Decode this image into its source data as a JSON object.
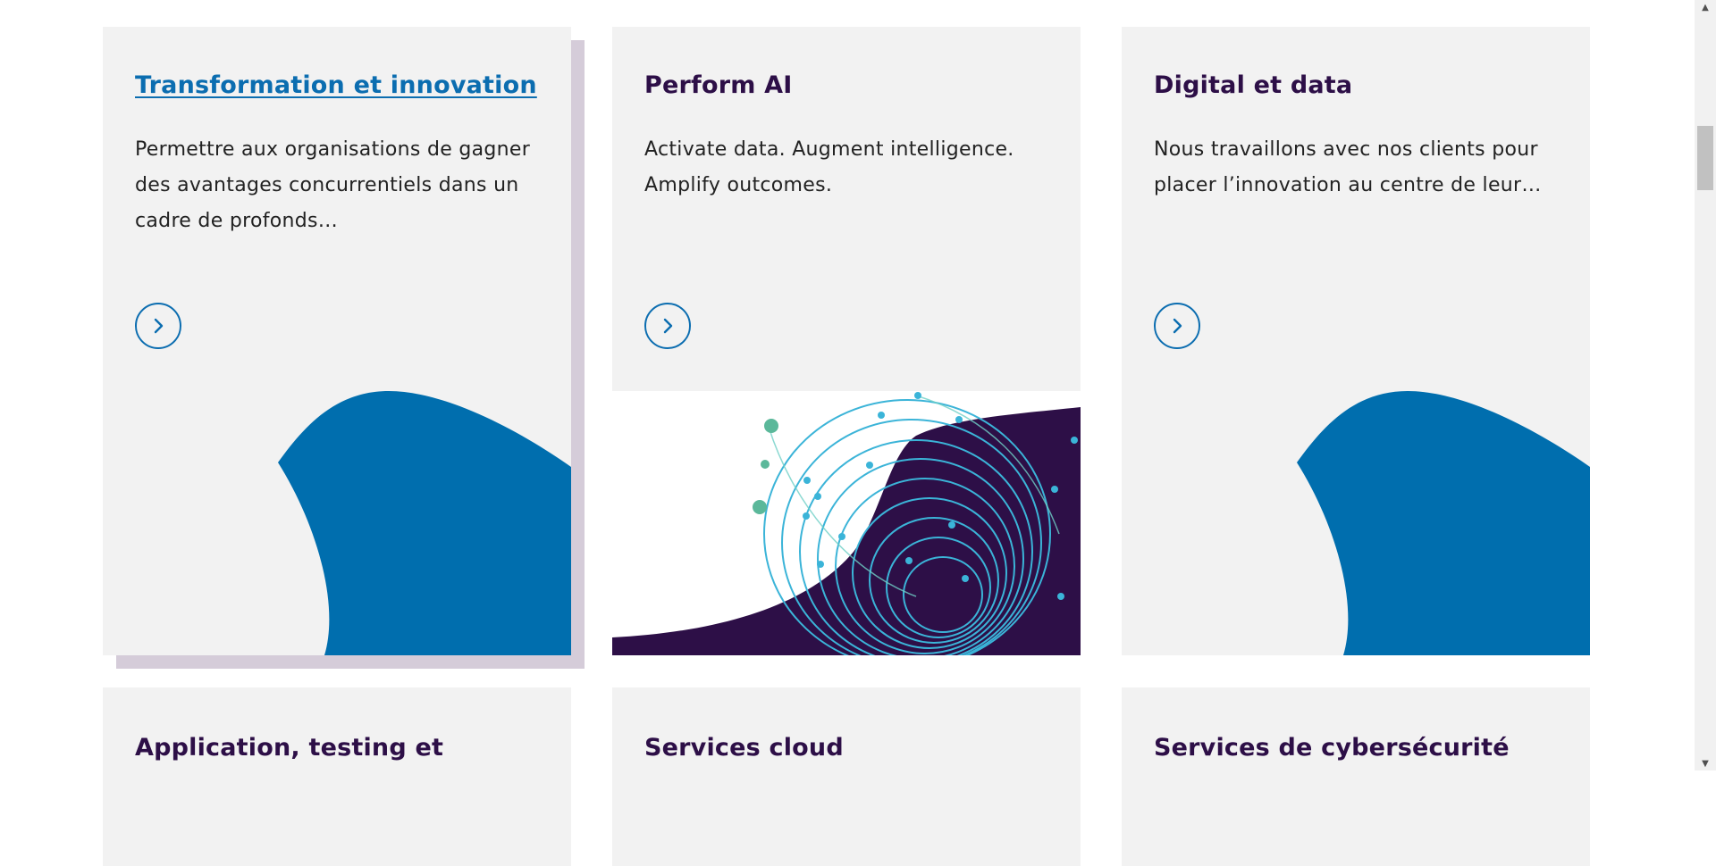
{
  "cards": [
    {
      "title": "Transformation et innovation",
      "description": "Permettre aux organisations de gagner des avantages concurrentiels dans un cadre de profonds…",
      "arrow_icon": "chevron-right-icon",
      "art": "blue-wave",
      "hovered": true
    },
    {
      "title": "Perform AI",
      "description": "Activate data. Augment intelligence. Amplify outcomes.",
      "arrow_icon": "chevron-right-icon",
      "art": "ai-spiral"
    },
    {
      "title": "Digital et data",
      "description": "Nous travaillons avec nos clients pour placer l’innovation au centre de leur…",
      "arrow_icon": "chevron-right-icon",
      "art": "blue-wave"
    },
    {
      "title": "Application, testing et"
    },
    {
      "title": "Services cloud"
    },
    {
      "title": "Services de cybersécurité"
    }
  ],
  "colors": {
    "card_bg": "#f2f2f2",
    "title": "#2d0f47",
    "link": "#0b6db0",
    "accent_blue": "#006eae",
    "shadow": "#d5ccd9",
    "dark_purple": "#2d0f47"
  }
}
